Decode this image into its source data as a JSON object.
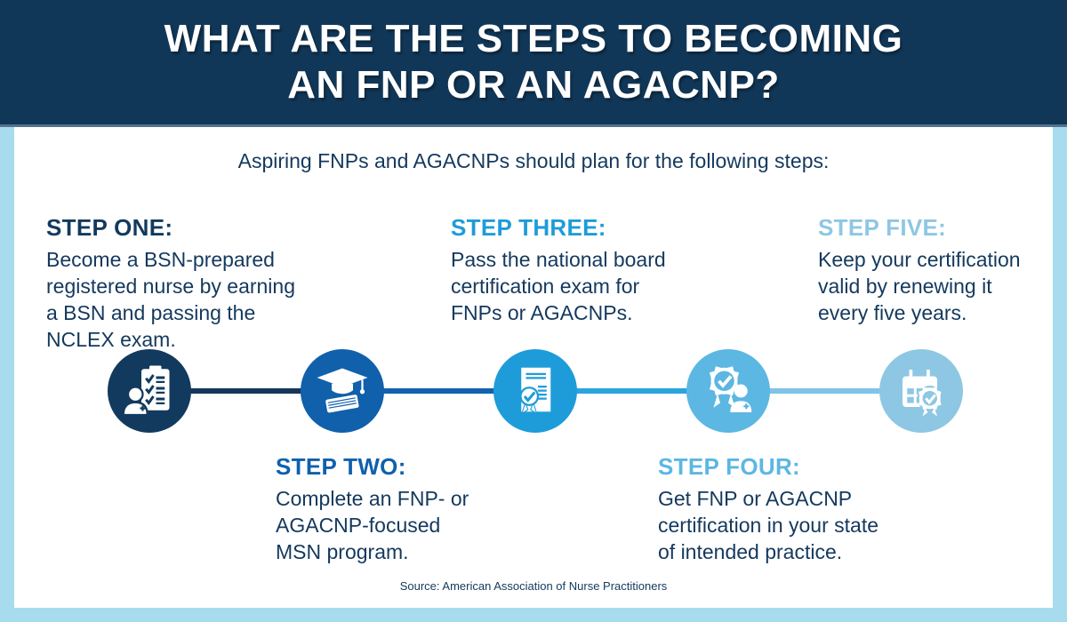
{
  "header": {
    "title_line1": "WHAT ARE THE STEPS TO BECOMING",
    "title_line2": "AN FNP OR AN AGACNP?",
    "background_color": "#113758",
    "text_color": "#ffffff"
  },
  "subtitle": "Aspiring FNPs and AGACNPs should plan for the following steps:",
  "steps": [
    {
      "label": "STEP ONE:",
      "text": "Become a BSN-prepared\nregistered nurse by earning\na BSN and passing the\nNCLEX exam.",
      "accent_color": "#123a5e",
      "icon": "nurse-checklist-icon",
      "position": "top"
    },
    {
      "label": "STEP TWO:",
      "text": "Complete an FNP- or\nAGACNP-focused\nMSN program.",
      "accent_color": "#1060ac",
      "icon": "graduation-cap-book-icon",
      "position": "bottom"
    },
    {
      "label": "STEP THREE:",
      "text": "Pass the national board\ncertification exam for\nFNPs or AGACNPs.",
      "accent_color": "#1e9cd9",
      "icon": "certificate-ribbon-icon",
      "position": "top"
    },
    {
      "label": "STEP FOUR:",
      "text": "Get FNP or AGACNP\ncertification in your state\nof intended practice.",
      "accent_color": "#5cb7e2",
      "icon": "award-badge-person-icon",
      "position": "bottom"
    },
    {
      "label": "STEP FIVE:",
      "text": "Keep your certification\nvalid by renewing it\nevery five years.",
      "accent_color": "#8ec7e3",
      "icon": "calendar-badge-icon",
      "position": "top"
    }
  ],
  "timeline": {
    "segment_colors": [
      "#16365b",
      "#1262af",
      "#29a5de",
      "#7fc3e7"
    ]
  },
  "colors": {
    "body_text": "#14395d",
    "frame_border": "#a7dcef",
    "header_rule": "#53738f",
    "background": "#ffffff"
  },
  "source": "Source: American Association of Nurse Practitioners"
}
